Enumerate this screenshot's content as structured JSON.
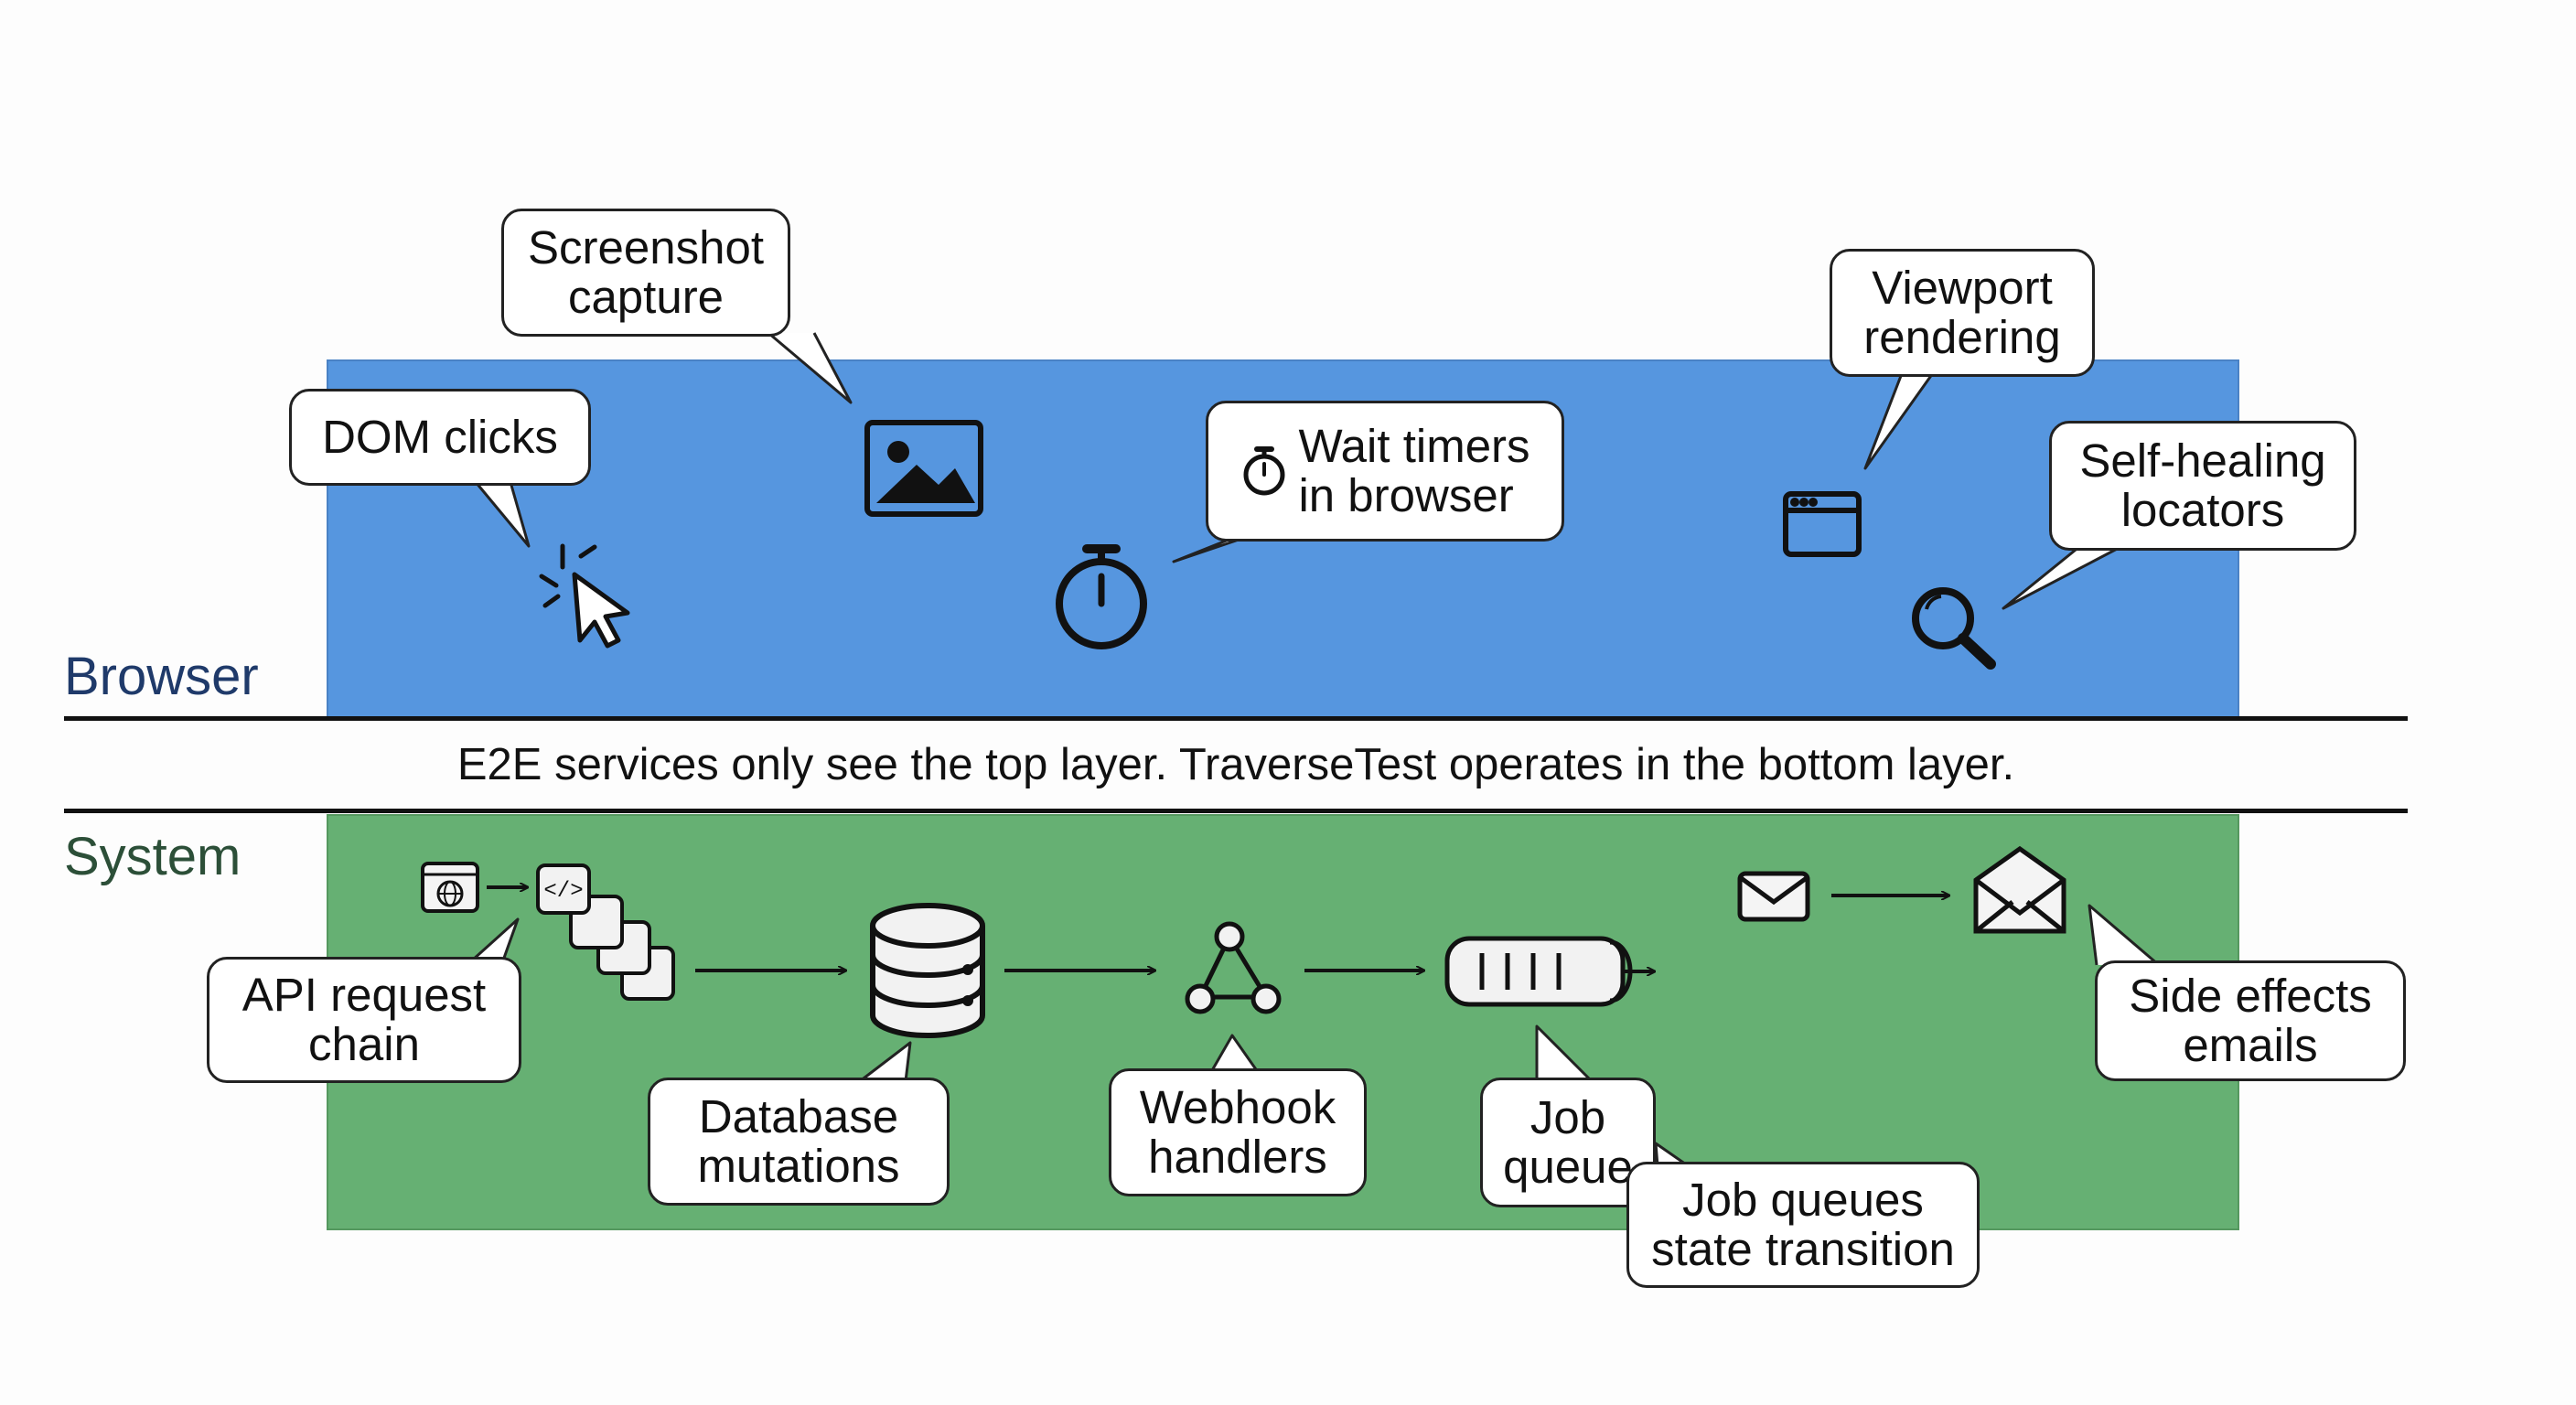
{
  "layers": {
    "browser": {
      "label": "Browser",
      "color": "#5696df"
    },
    "system": {
      "label": "System",
      "color": "#66b073"
    }
  },
  "divider_caption": "E2E services only see the top layer. TraverseTest operates in the bottom layer.",
  "browser_callouts": {
    "dom_clicks": {
      "text": "DOM clicks",
      "icon": "cursor-click-icon"
    },
    "screenshot_capture": {
      "text": "Screenshot\ncapture",
      "icon": "image-icon"
    },
    "wait_timers": {
      "text": "Wait timers\nin browser",
      "icon": "stopwatch-icon"
    },
    "viewport_rendering": {
      "text": "Viewport\nrendering",
      "icon": "browser-window-icon"
    },
    "self_healing_locators": {
      "text": "Self-healing\nlocators",
      "icon": "magnifier-icon"
    }
  },
  "system_callouts": {
    "api_request_chain": {
      "text": "API request\nchain",
      "icon": "web-request-icon"
    },
    "database_mutations": {
      "text": "Database\nmutations",
      "icon": "database-icon"
    },
    "webhook_handlers": {
      "text": "Webhook\nhandlers",
      "icon": "webhook-icon"
    },
    "job_queue": {
      "text": "Job\nqueue",
      "icon": "queue-icon"
    },
    "job_queues_state_transition": {
      "text": "Job queues\nstate transition"
    },
    "side_effects_emails": {
      "text": "Side effects\nemails",
      "icon": "envelope-icon"
    }
  }
}
